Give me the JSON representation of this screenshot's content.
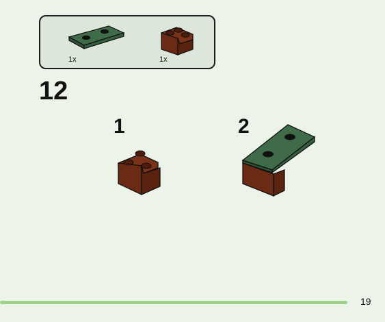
{
  "parts": [
    {
      "qty": "1x",
      "part": "plate-2x4",
      "color": "#3f6b49"
    },
    {
      "qty": "1x",
      "part": "corner-brick-2x2",
      "color": "#7a3219"
    }
  ],
  "step": "12",
  "substeps": [
    "1",
    "2"
  ],
  "page_number": "19",
  "colors": {
    "green_plate": "#3f6b49",
    "brown_brick": "#7a3219",
    "progress_bar": "#9fd18b"
  }
}
